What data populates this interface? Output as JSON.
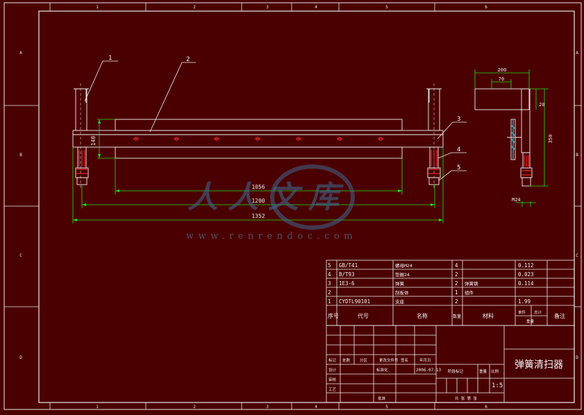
{
  "drawing": {
    "title": "弹簧清扫器",
    "scale": "1:5",
    "date": "2006-07-13",
    "zone_numbers_top": [
      "1",
      "2",
      "3",
      "4",
      "5",
      "6"
    ],
    "zone_letters_side": [
      "A",
      "B",
      "C",
      "D"
    ],
    "callouts": [
      "1",
      "2",
      "3",
      "4",
      "5"
    ],
    "dimensions": {
      "front_height": "140",
      "inner_width": "1056",
      "mid_width": "1200",
      "overall_width": "1352",
      "side_top": "200",
      "side_inner": "70",
      "side_small": "20",
      "side_height": "350",
      "bolt": "M24"
    }
  },
  "bom": {
    "rows": [
      {
        "no": "5",
        "code": "GB/T41",
        "name": "螺母M24",
        "qty": "4",
        "material": "",
        "weight": "0.112"
      },
      {
        "no": "4",
        "code": "B/T93",
        "name": "垫圈24",
        "qty": "2",
        "material": "",
        "weight": "0.023"
      },
      {
        "no": "3",
        "code": "1E3-6",
        "name": "弹簧",
        "qty": "2",
        "material": "弹簧钢",
        "weight": "0.114"
      },
      {
        "no": "2",
        "code": "",
        "name": "刮板体",
        "qty": "1",
        "material": "组件",
        "weight": ""
      },
      {
        "no": "1",
        "code": "CYDTL90101",
        "name": "支座",
        "qty": "2",
        "material": "",
        "weight": "1.99"
      }
    ],
    "header": {
      "no": "序号",
      "code": "代号",
      "name": "名称",
      "qty": "数量",
      "material": "材料",
      "single": "单件",
      "total": "总计",
      "weight": "重量",
      "remark": "备注"
    }
  },
  "title_block": {
    "mark": "标记",
    "count": "处数",
    "zone": "分区",
    "change_doc": "更改文件号",
    "sign": "签名",
    "date_label": "年月日",
    "design": "设计",
    "standard": "标准化",
    "check": "审核",
    "process": "工艺",
    "approve": "批准",
    "stage_mark": "阶段标记",
    "weight": "重量",
    "scale_label": "比例",
    "sheet": "共 张 第 张"
  },
  "watermark": {
    "text": "人人文库",
    "url": "www.renrendoc.com"
  }
}
